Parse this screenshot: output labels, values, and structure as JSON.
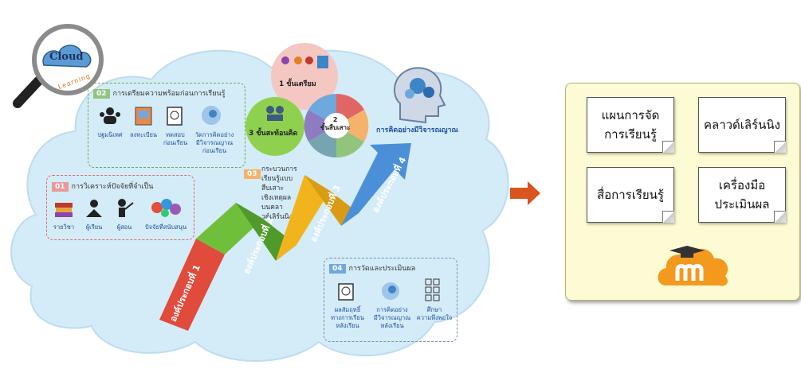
{
  "cloud_logo": {
    "title": "Cloud",
    "subtitle": "Learning"
  },
  "panel_02": {
    "number": "02",
    "title": "การเตรียมความพร้อมก่อนการเรียนรู้",
    "items": [
      "ปฐมนิเทศ",
      "ลงทะเบียน",
      "ทดสอบ\nก่อนเรียน",
      "วัดการคิดอย่าง\nมีวิจารณญาณ\nก่อนเรียน"
    ]
  },
  "panel_01": {
    "number": "01",
    "title": "การวิเคราะห์ปัจจัยที่จำเป็น",
    "items": [
      "รายวิชา",
      "ผู้เรียน",
      "ผู้สอน",
      "ปัจจัยที่สนับสนุน"
    ]
  },
  "circles": {
    "c1": "1 ขั้นเตรียม",
    "c2": "2\nขั้นสืบเสาะ",
    "c3": "3 ขั้นสะท้อนคิด"
  },
  "panel_03": {
    "number": "03",
    "title": "กระบวนการเรียนรู้แบบสืบเสาะ\nเชิงเหตุผลบนคลาวด์เลิร์นนิงฯ"
  },
  "critical_thinking_label": "การคิดอย่างมีวิจารณญาณ",
  "arrow_labels": [
    "องค์ประกอบที่ 1",
    "องค์ประกอบที่ 2",
    "องค์ประกอบที่ 3",
    "องค์ประกอบที่ 4"
  ],
  "panel_04": {
    "number": "04",
    "title": "การวัดและประเมินผล",
    "items": [
      "ผลสัมฤทธิ์\nทางการเรียน\nหลังเรียน",
      "การคิดอย่าง\nมีวิจารณญาณ\nหลังเรียน",
      "ศึกษา\nความพึงพอใจ"
    ]
  },
  "right_box": {
    "notes": [
      "แผนการจัด\nการเรียนรู้",
      "คลาวด์เลิร์นนิง",
      "สื่อการเรียนรู้",
      "เครื่องมือ\nประเมินผล"
    ]
  },
  "colors": {
    "cloud": "#d4ecf8",
    "arrow_red": "#e04b3c",
    "arrow_green": "#6fbf3a",
    "arrow_orange": "#f2b41c",
    "arrow_blue": "#4a8fd8",
    "moodle_orange": "#f39a1e",
    "badge_green": "#93c47d",
    "badge_red": "#ea9999",
    "badge_orange": "#f6b26b",
    "badge_blue": "#6fa8dc"
  }
}
